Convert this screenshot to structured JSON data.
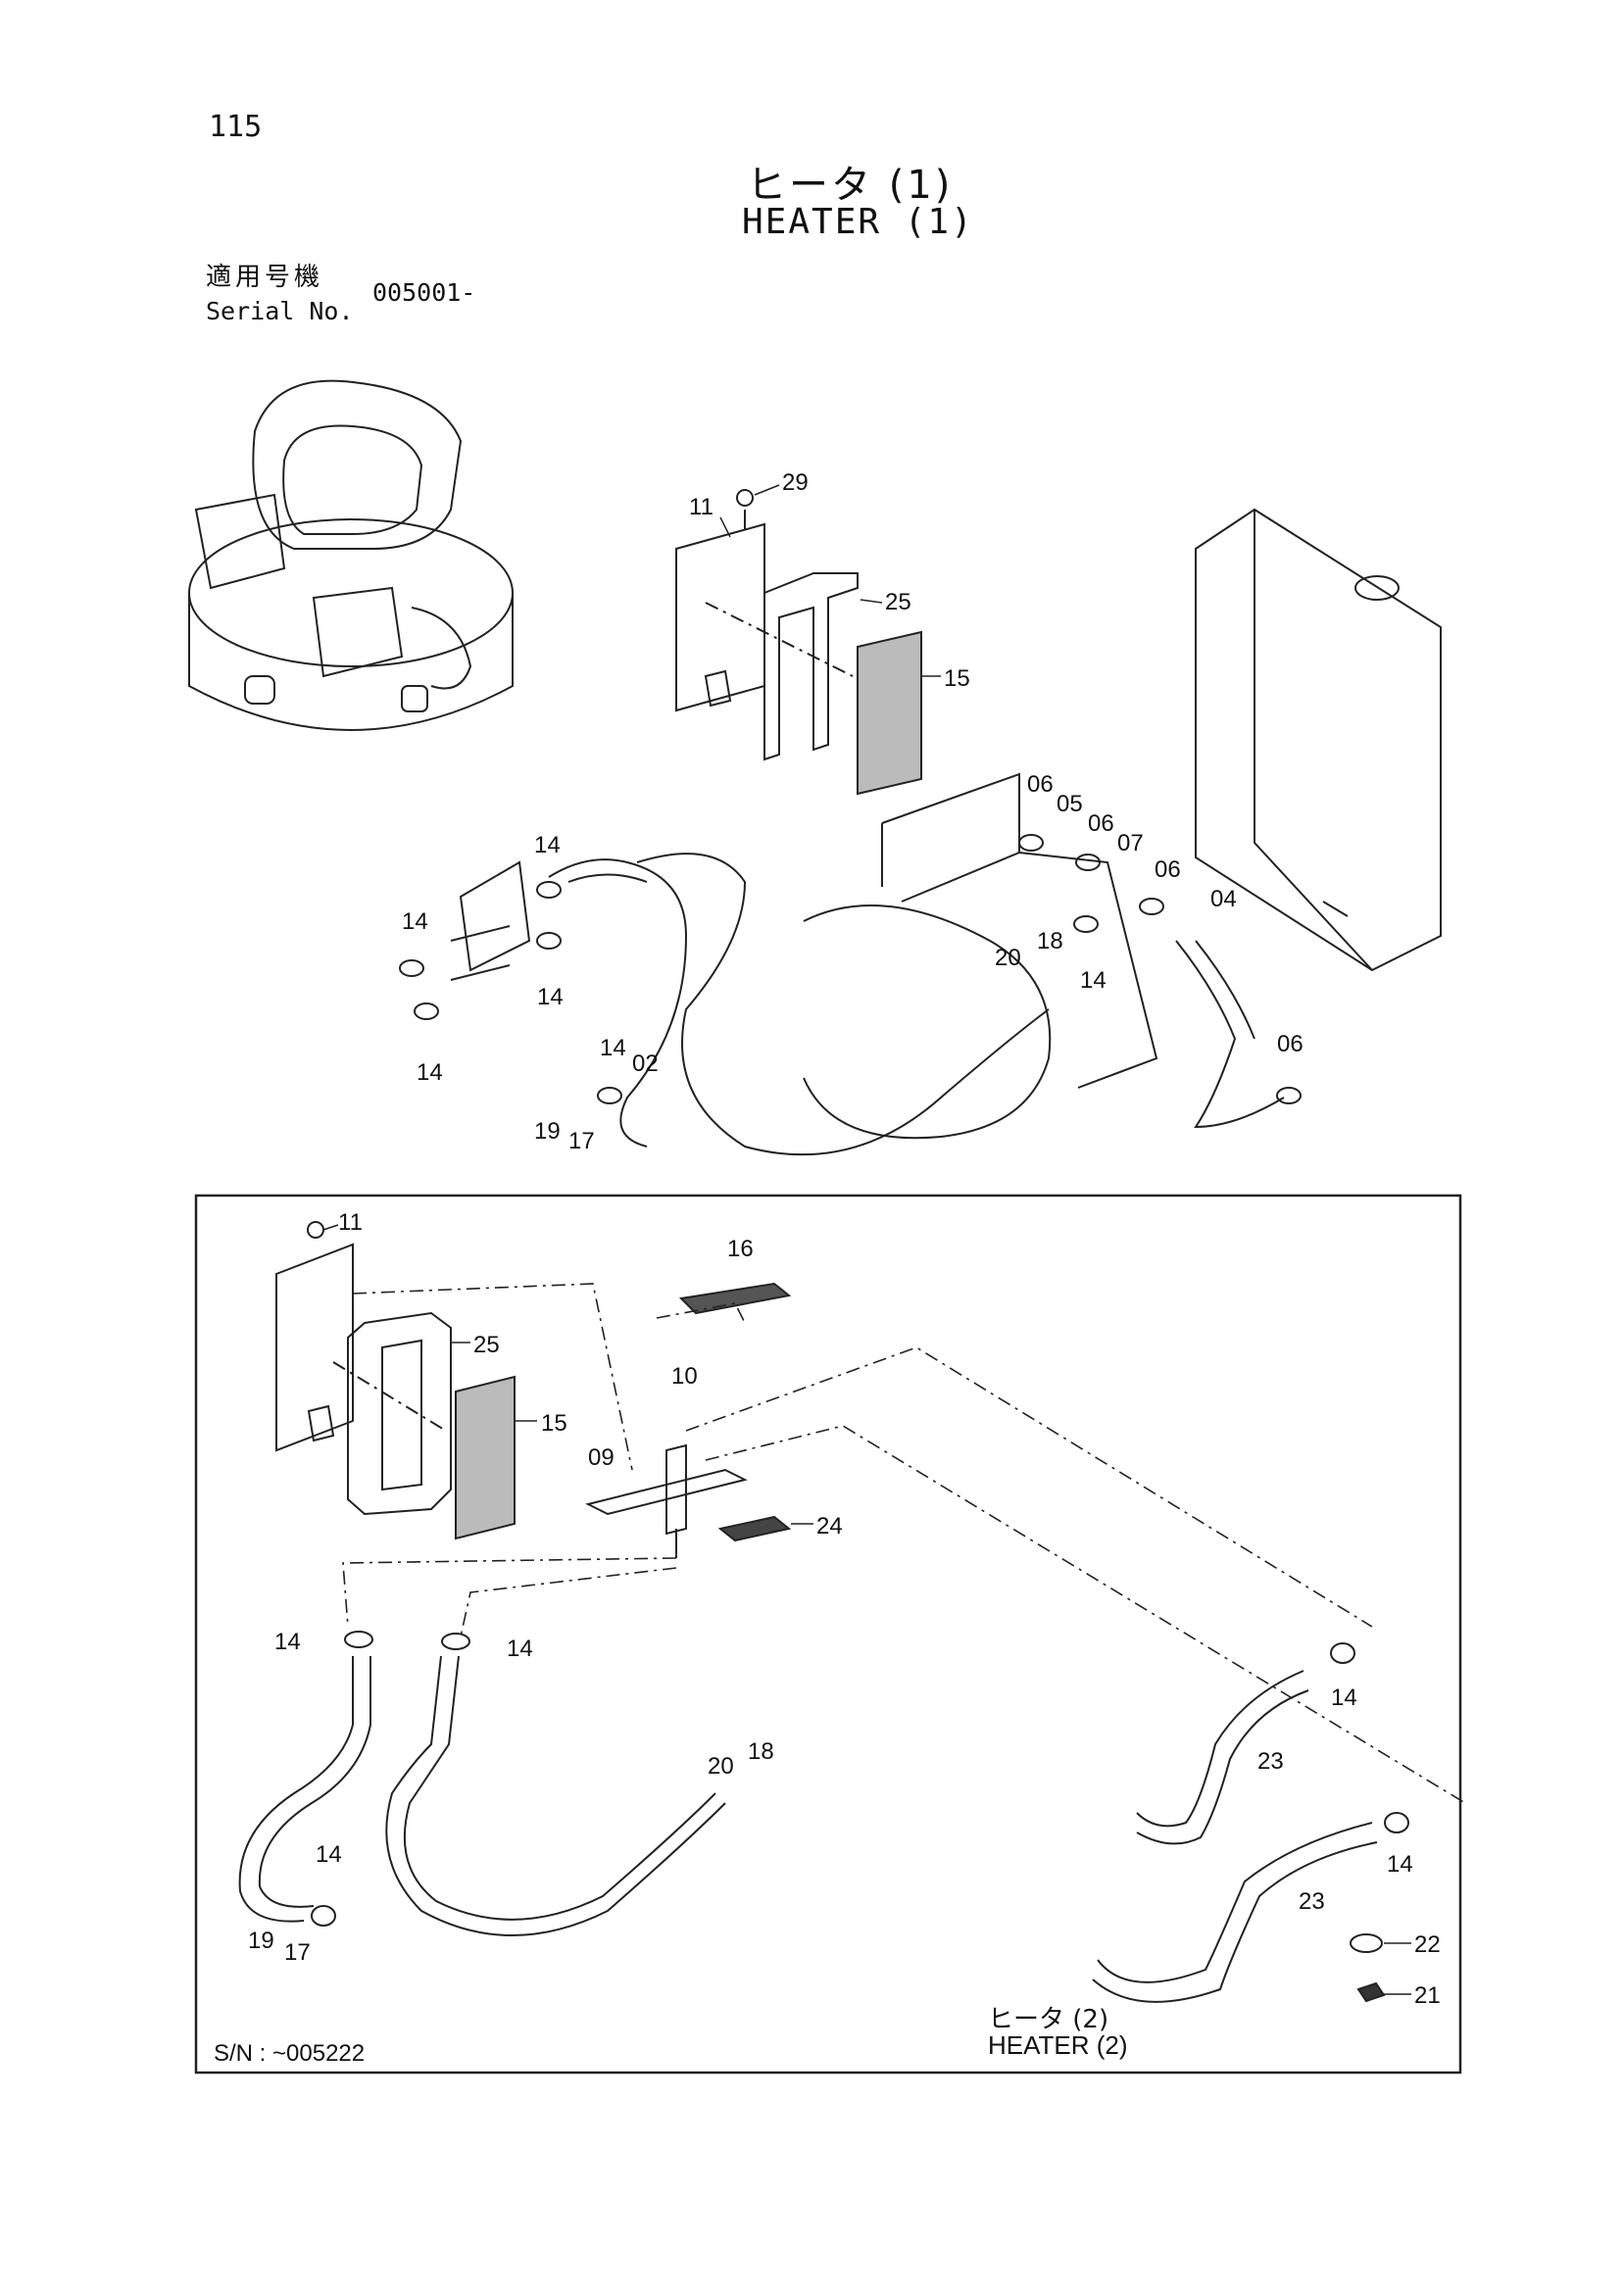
{
  "page": {
    "number": "115",
    "title_jp": "ヒータ (1)",
    "title_en": "HEATER (1)",
    "serial_label_jp": "適用号機",
    "serial_label_en": "Serial No.",
    "serial_value": "005001-"
  },
  "inset": {
    "sn_note": "S/N : ~005222",
    "ref_jp": "ヒータ (2)",
    "ref_en": "HEATER (2)"
  },
  "callouts_top": [
    "29",
    "11",
    "25",
    "15",
    "06",
    "05",
    "06",
    "07",
    "06",
    "04",
    "18",
    "20",
    "14",
    "06",
    "14",
    "14",
    "14",
    "14",
    "14",
    "02",
    "19",
    "17"
  ],
  "callouts_inset": [
    "11",
    "25",
    "15",
    "16",
    "10",
    "09",
    "24",
    "14",
    "14",
    "14",
    "23",
    "14",
    "23",
    "20",
    "18",
    "14",
    "19",
    "17",
    "22",
    "21"
  ]
}
